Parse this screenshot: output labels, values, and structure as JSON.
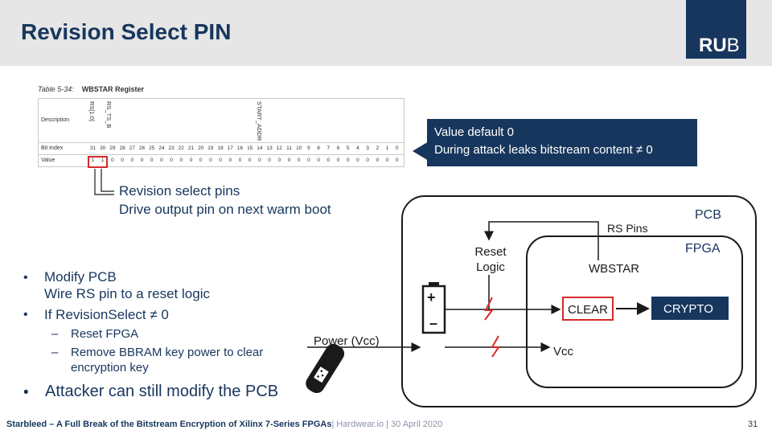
{
  "header": {
    "title": "Revision Select PIN",
    "logo_bold": "RU",
    "logo_light": "B"
  },
  "register": {
    "caption_prefix": "Table 5-34:",
    "caption": "WBSTAR Register",
    "row_description": "Description",
    "row_bit_index": "Bit Index",
    "row_value": "Value",
    "field_rs": "RS[1:0]",
    "field_rs_ts": "RS_TS_B",
    "field_start": "START_ADDR",
    "bits": [
      "31",
      "30",
      "29",
      "28",
      "27",
      "26",
      "25",
      "24",
      "23",
      "22",
      "21",
      "20",
      "19",
      "18",
      "17",
      "16",
      "15",
      "14",
      "13",
      "12",
      "11",
      "10",
      "9",
      "8",
      "7",
      "6",
      "5",
      "4",
      "3",
      "2",
      "1",
      "0"
    ],
    "values": [
      "1",
      "1",
      "0",
      "0",
      "0",
      "0",
      "0",
      "0",
      "0",
      "0",
      "0",
      "0",
      "0",
      "0",
      "0",
      "0",
      "0",
      "0",
      "0",
      "0",
      "0",
      "0",
      "0",
      "0",
      "0",
      "0",
      "0",
      "0",
      "0",
      "0",
      "0",
      "0"
    ]
  },
  "callout": {
    "line1": "Value default 0",
    "line2": "During attack leaks bitstream content ≠ 0"
  },
  "annotation": {
    "line1": "Revision select pins",
    "line2": "Drive output pin on next warm boot"
  },
  "bullets": {
    "b1_line1": "Modify PCB",
    "b1_line2": "Wire RS pin to a reset logic",
    "b2": "If RevisionSelect ≠ 0",
    "sub1": "Reset FPGA",
    "sub2_line1": "Remove BBRAM key power to clear",
    "sub2_line2": "encryption key",
    "b3": "Attacker can still modify the PCB",
    "bullet_char": "•",
    "dash_char": "–"
  },
  "diagram": {
    "power": "Power (Vcc)",
    "reset_logic_1": "Reset",
    "reset_logic_2": "Logic",
    "pcb": "PCB",
    "rs_pins": "RS Pins",
    "fpga": "FPGA",
    "wbstar": "WBSTAR",
    "clear": "CLEAR",
    "crypto": "CRYPTO",
    "vcc": "Vcc",
    "plus": "+",
    "minus": "–",
    "accent_red": "#d42a2a",
    "accent_navy": "#17365d"
  },
  "footer": {
    "left": "Starbleed – A Full Break of the Bitstream Encryption of Xilinx 7-Series FPGAs",
    "sep": "| Hardwear.io | 30 April 2020",
    "page": "31"
  }
}
